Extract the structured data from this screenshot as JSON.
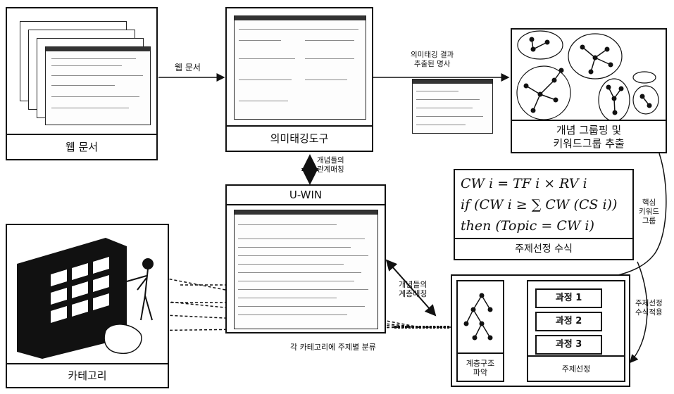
{
  "web_docs": {
    "label": "웹 문서"
  },
  "tagger": {
    "label": "의미태깅도구"
  },
  "grouping": {
    "label_line1": "개념 그룹핑 및",
    "label_line2": "키워드그룹 추출"
  },
  "uwin": {
    "title": "U-WIN"
  },
  "category": {
    "label": "카테고리"
  },
  "formula": {
    "line1": "CW i = TF i × RV i",
    "line2": "if (CW i ≥ ∑ CW (CS i))",
    "line3": "then (Topic = CW i)",
    "label": "주제선정 수식"
  },
  "topic": {
    "hierarchy_label_line1": "계층구조",
    "hierarchy_label_line2": "파악",
    "steps": [
      "과정 1",
      "과정 2",
      "과정 3"
    ],
    "label": "주제선정"
  },
  "edges": {
    "web_doc_arrow": "웹 문서",
    "tagging_result_line1": "의미태깅 결과",
    "tagging_result_line2": "추출된 명사",
    "relation_match_line1": "개념들의",
    "relation_match_line2": "관계매칭",
    "core_keyword_line1": "핵심",
    "core_keyword_line2": "키워드",
    "core_keyword_line3": "그룹",
    "hierarchy_match_line1": "개념들의",
    "hierarchy_match_line2": "계층매칭",
    "apply_formula_line1": "주제선정",
    "apply_formula_line2": "수식적용",
    "classify": "각 카테고리에 주제별 분류"
  }
}
